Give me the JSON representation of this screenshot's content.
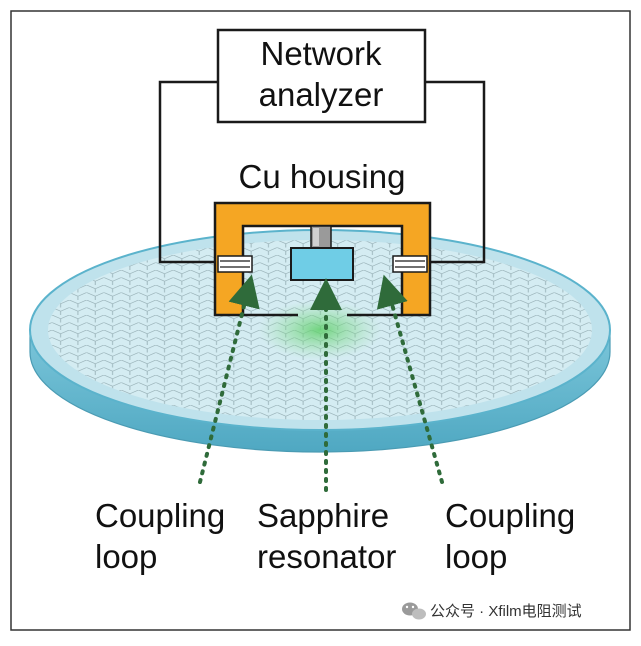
{
  "labels": {
    "network_analyzer_line1": "Network",
    "network_analyzer_line2": "analyzer",
    "cu_housing": "Cu housing",
    "coupling_loop_left_line1": "Coupling",
    "coupling_loop_left_line2": "loop",
    "sapphire_line1": "Sapphire",
    "sapphire_line2": "resonator",
    "coupling_loop_right_line1": "Coupling",
    "coupling_loop_right_line2": "loop"
  },
  "watermark": {
    "text": "公众号 · Xfilm电阻测试",
    "icon": "wechat-icon"
  },
  "colors": {
    "housing": "#f5a623",
    "housing_stroke": "#1a1a1a",
    "resonator": "#6fcde6",
    "disk_top": "#d4ecf2",
    "disk_edge": "#5bb3cc",
    "hex_grid": "#8fa8ae",
    "arrow": "#2f6b3a",
    "glow": "#5fcf6a"
  }
}
